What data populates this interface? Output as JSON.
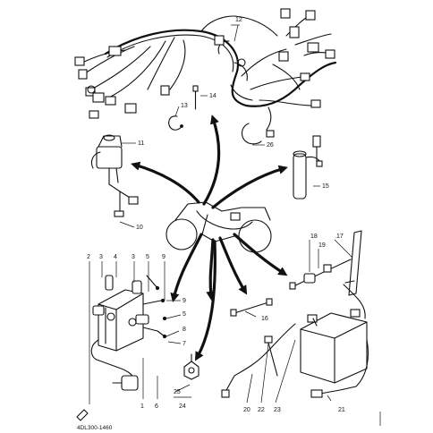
{
  "callouts": {
    "c1": "1",
    "c2": "2",
    "c3a": "3",
    "c3b": "3",
    "c4": "4",
    "c5a": "5",
    "c5b": "5",
    "c6": "6",
    "c7": "7",
    "c8": "8",
    "c9a": "9",
    "c9b": "9",
    "c10": "10",
    "c11": "11",
    "c12": "12",
    "c13": "13",
    "c14": "14",
    "c15": "15",
    "c16": "16",
    "c17": "17",
    "c18": "18",
    "c19": "19",
    "c20": "20",
    "c21": "21",
    "c22": "22",
    "c23": "23",
    "c24": "24",
    "c25": "25",
    "c26": "26"
  },
  "caption": "4DL300-1460"
}
